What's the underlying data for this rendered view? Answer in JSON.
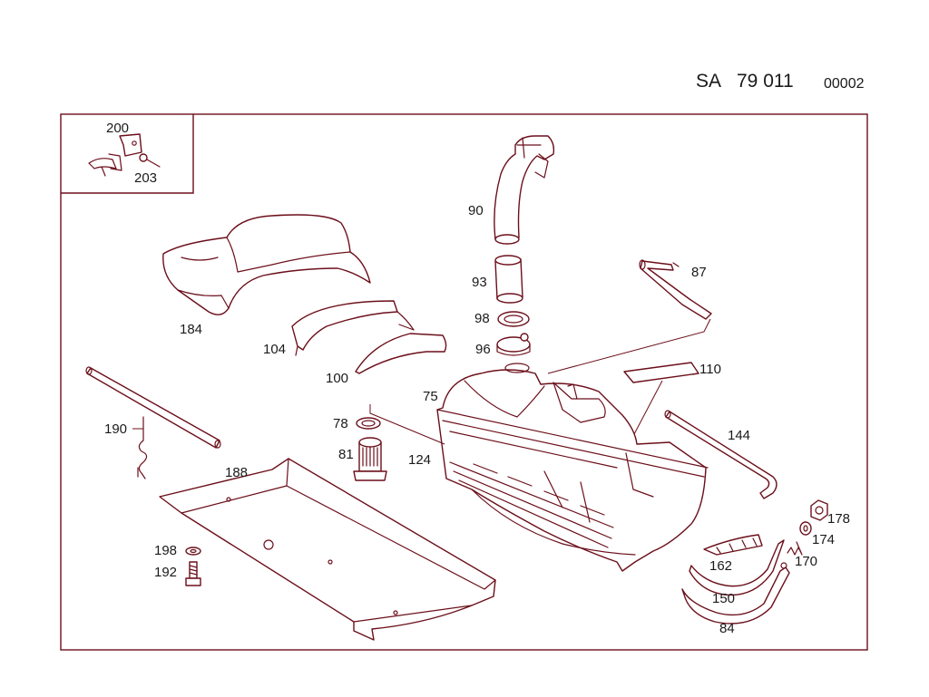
{
  "header": {
    "code_prefix": "SA",
    "code_number": "79 011",
    "sheet_number": "00002"
  },
  "callouts": {
    "c200": "200",
    "c203": "203",
    "c90": "90",
    "c87": "87",
    "c93": "93",
    "c98": "98",
    "c96": "96",
    "c110": "110",
    "c184": "184",
    "c104": "104",
    "c100": "100",
    "c75": "75",
    "c78": "78",
    "c81": "81",
    "c124": "124",
    "c144": "144",
    "c190": "190",
    "c188": "188",
    "c198": "198",
    "c192": "192",
    "c178": "178",
    "c174": "174",
    "c162": "162",
    "c170": "170",
    "c150": "150",
    "c84": "84"
  }
}
